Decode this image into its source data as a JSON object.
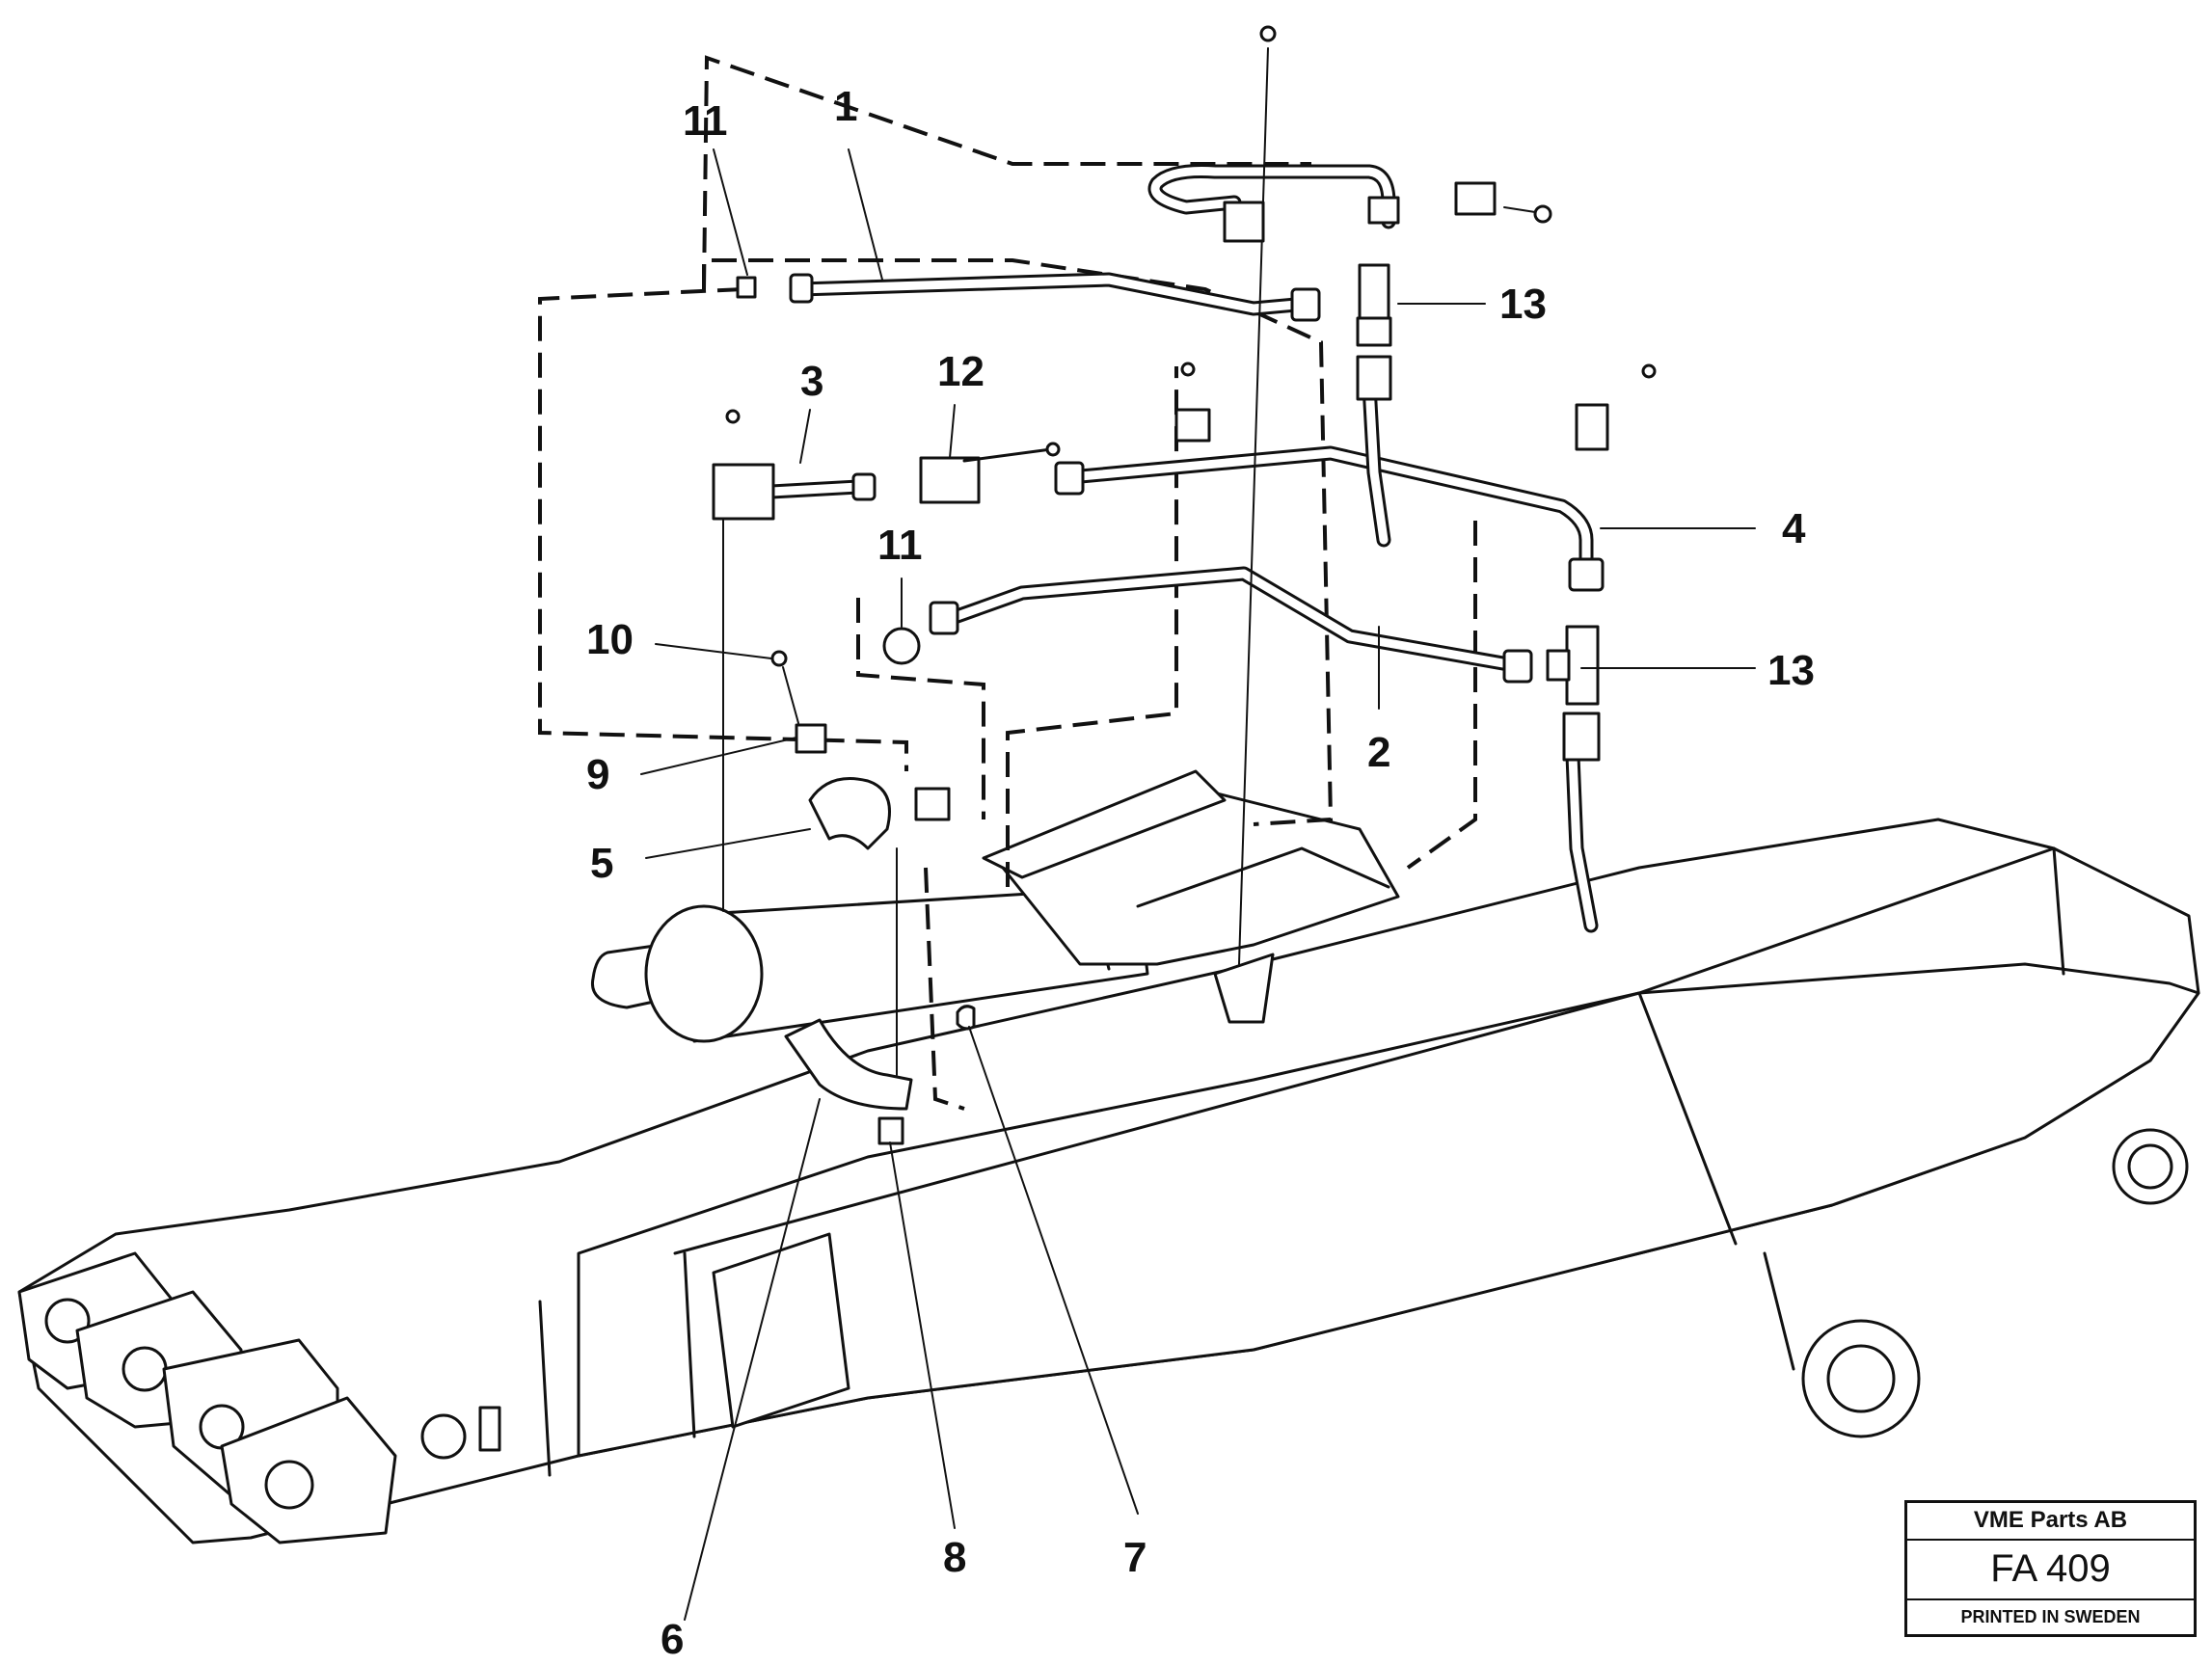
{
  "diagram": {
    "callouts": [
      {
        "id": "c11a",
        "text": "11"
      },
      {
        "id": "c1",
        "text": "1"
      },
      {
        "id": "c3",
        "text": "3"
      },
      {
        "id": "c12",
        "text": "12"
      },
      {
        "id": "c13a",
        "text": "13"
      },
      {
        "id": "c4",
        "text": "4"
      },
      {
        "id": "c11b",
        "text": "11"
      },
      {
        "id": "c10",
        "text": "10"
      },
      {
        "id": "c13b",
        "text": "13"
      },
      {
        "id": "c2",
        "text": "2"
      },
      {
        "id": "c9",
        "text": "9"
      },
      {
        "id": "c5",
        "text": "5"
      },
      {
        "id": "c6",
        "text": "6"
      },
      {
        "id": "c8",
        "text": "8"
      },
      {
        "id": "c7",
        "text": "7"
      }
    ]
  },
  "title_block": {
    "company": "VME Parts AB",
    "code": "FA 409",
    "printed": "PRINTED IN SWEDEN"
  }
}
